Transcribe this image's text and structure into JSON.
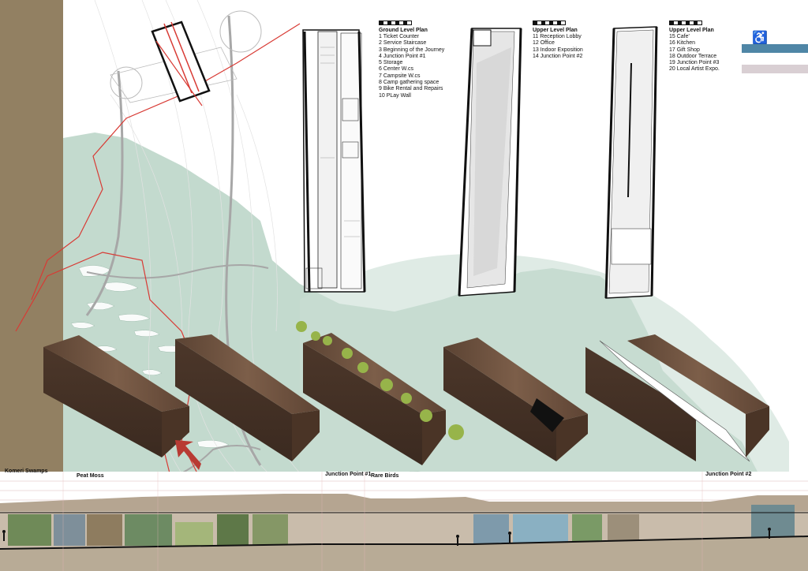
{
  "plans": [
    {
      "title": "Ground Level Plan",
      "items": [
        "1 Ticket Counter",
        "2 Service Staircase",
        "3 Beginning of the Journey",
        "4 Junction Point #1",
        "5 Storage",
        "6 Center W.cs",
        "7 Campsite W.cs",
        "8 Camp gathering space",
        "9 Bike Rental and Repairs",
        "10 PLay Wall"
      ]
    },
    {
      "title": "Upper Level Plan",
      "items": [
        "11 Reception Lobby",
        "12 Office",
        "13 Indoor Exposition",
        "14 Junction Point #2"
      ]
    },
    {
      "title": "Upper Level Plan",
      "items": [
        "15 Cafe'",
        "16 Kitchen",
        "17 Gift Shop",
        "18 Outdoor Terrace",
        "19 Junction Point #3",
        "20 Local Artist Expo."
      ]
    }
  ],
  "section_labels": [
    "Komeri Swamps",
    "Peat Moss",
    "Junction Point #1",
    "Rare Birds",
    "Junction Point #2"
  ],
  "icons": {
    "accessibility": "wheelchair-icon"
  },
  "colors": {
    "blue_swatch": "#4f86a6",
    "pink_swatch": "#d9cfd3",
    "landscape": "#b9d3c6",
    "wood": "#6e5240",
    "site_line": "#d83a34"
  }
}
